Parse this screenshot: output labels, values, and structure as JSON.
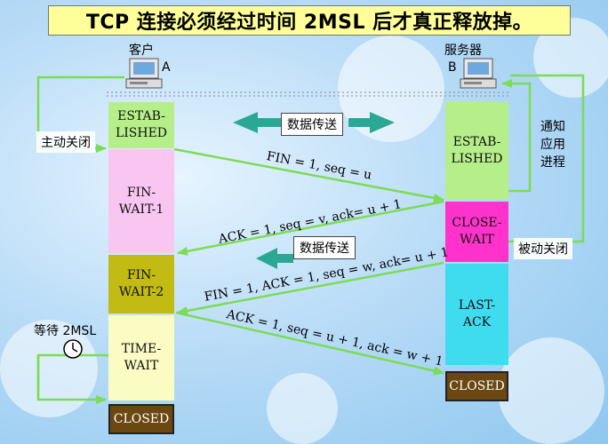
{
  "title": "TCP 连接必须经过时间 2MSL 后才真正释放掉。",
  "client": {
    "label": "客户",
    "id": "A"
  },
  "server": {
    "label": "服务器",
    "id": "B"
  },
  "client_states": [
    {
      "name": "ESTAB-\nLISHED",
      "color": "#b6ef8a"
    },
    {
      "name": "FIN-\nWAIT-1",
      "color": "#f9c6f2"
    },
    {
      "name": "FIN-\nWAIT-2",
      "color": "#c2bb14"
    },
    {
      "name": "TIME-\nWAIT",
      "color": "#fbfbc4"
    },
    {
      "name": "CLOSED",
      "color": "#6b4712"
    }
  ],
  "server_states": [
    {
      "name": "ESTAB-\nLISHED",
      "color": "#b6ef8a"
    },
    {
      "name": "CLOSE-\nWAIT",
      "color": "#ff33cc"
    },
    {
      "name": "LAST-\nACK",
      "color": "#3fdcef"
    },
    {
      "name": "CLOSED",
      "color": "#6b4712"
    }
  ],
  "notes": {
    "active_close": "主动关闭",
    "passive_close": "被动关闭",
    "notify_app": "通知应用进程",
    "wait_2msl": "等待 2MSL"
  },
  "transfer_label": "数据传送",
  "messages": [
    "FIN = 1, seq = u",
    "ACK = 1, seq = v, ack= u + 1",
    "FIN = 1, ACK = 1, seq = w, ack= u + 1",
    "ACK = 1, seq = u + 1, ack = w + 1"
  ],
  "colors": {
    "arrow": "#7bdc55",
    "transfer_arrow": "#2aa893",
    "title_bg": "#ffff99"
  }
}
